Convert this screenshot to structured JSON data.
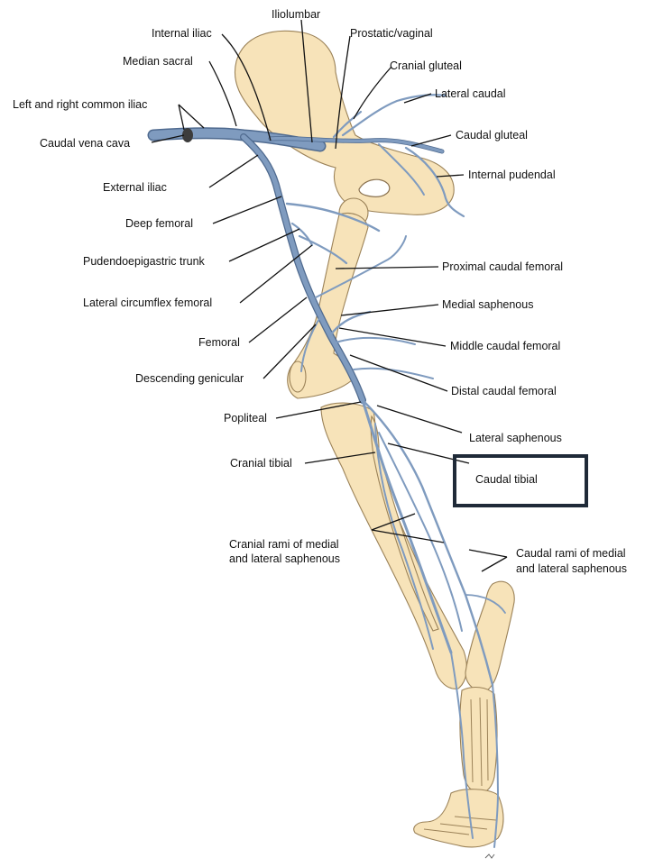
{
  "labels": {
    "iliolumbar": "Iliolumbar",
    "internal_iliac": "Internal iliac",
    "prostatic_vaginal": "Prostatic/vaginal",
    "median_sacral": "Median sacral",
    "cranial_gluteal": "Cranial gluteal",
    "lateral_caudal": "Lateral caudal",
    "common_iliac": "Left and right common iliac",
    "caudal_gluteal": "Caudal gluteal",
    "caudal_vena_cava": "Caudal vena cava",
    "internal_pudendal": "Internal pudendal",
    "external_iliac": "External iliac",
    "deep_femoral": "Deep femoral",
    "pudendoepigastric": "Pudendoepigastric trunk",
    "proximal_caudal_femoral": "Proximal caudal femoral",
    "lateral_circumflex_femoral": "Lateral circumflex femoral",
    "medial_saphenous": "Medial saphenous",
    "femoral": "Femoral",
    "middle_caudal_femoral": "Middle caudal femoral",
    "descending_genicular": "Descending genicular",
    "distal_caudal_femoral": "Distal caudal femoral",
    "popliteal": "Popliteal",
    "lateral_saphenous": "Lateral saphenous",
    "cranial_tibial": "Cranial tibial",
    "caudal_tibial": "Caudal tibial",
    "cranial_rami_1": "Cranial rami of medial",
    "cranial_rami_2": "and lateral saphenous",
    "caudal_rami_1": "Caudal rami of medial",
    "caudal_rami_2": "and lateral saphenous"
  },
  "highlight": {
    "label_key": "caudal_tibial",
    "border_color": "#1f2a38"
  },
  "colors": {
    "bone": "#f7e3b9",
    "vein": "#7f9bbf",
    "leader": "#111111"
  }
}
